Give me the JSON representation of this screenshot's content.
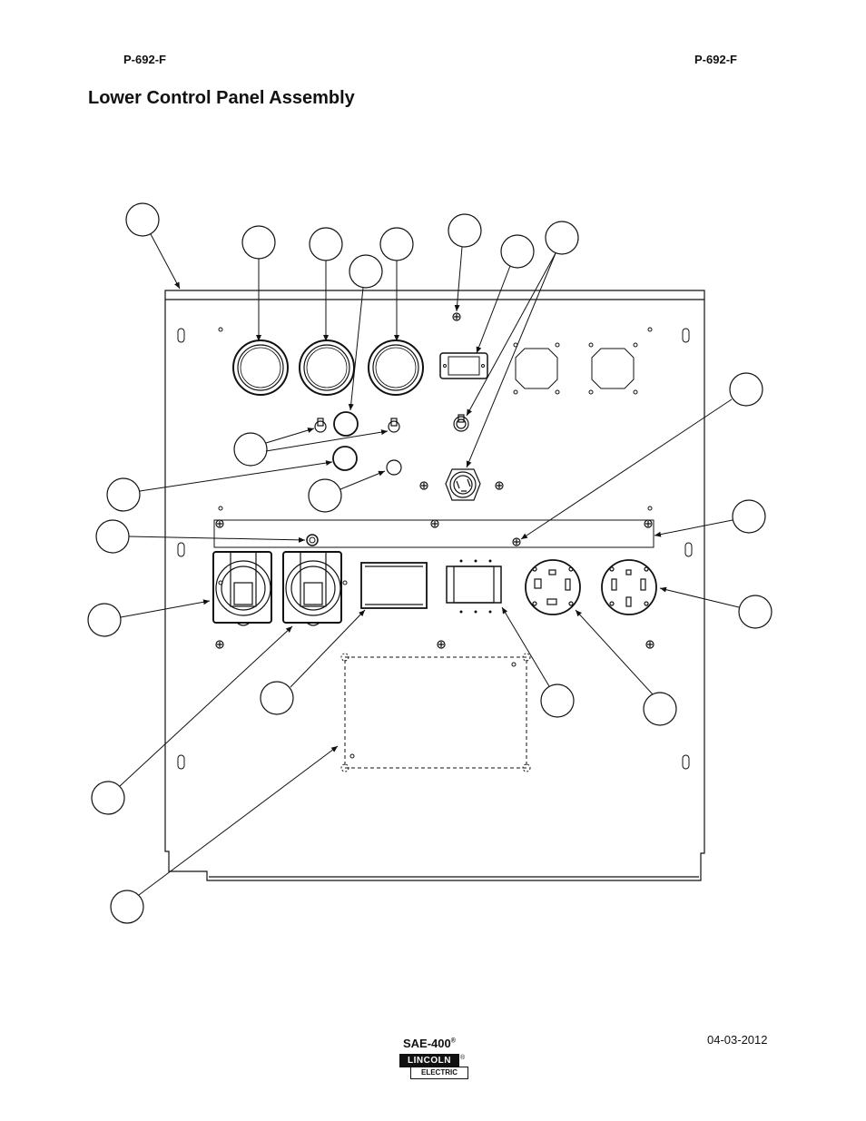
{
  "header": {
    "left_code": "P-692-F",
    "right_code": "P-692-F"
  },
  "title": "Lower Control Panel Assembly",
  "footer": {
    "model": "SAE-400",
    "model_mark": "®",
    "date": "04-03-2012",
    "logo": {
      "line1": "LINCOLN",
      "line2": "ELECTRIC",
      "mark": "®"
    }
  },
  "diagram": {
    "callout_count": 21,
    "callouts_labeled": false,
    "stroke_color": "#111111"
  }
}
